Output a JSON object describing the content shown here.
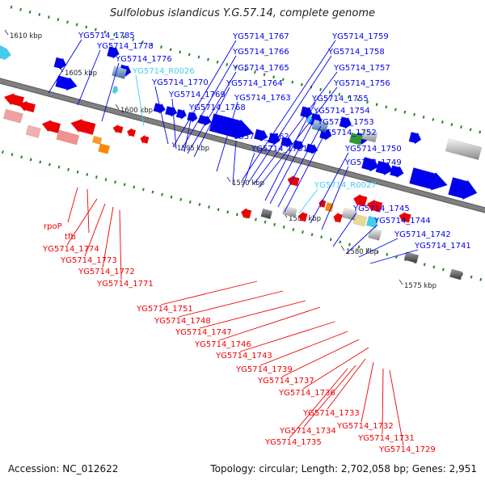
{
  "title": "Sulfolobus islandicus Y.G.57.14, complete genome",
  "footer": {
    "accession": "Accession: NC_012622",
    "topology": "Topology: circular; Length: 2,702,058 bp; Genes: 2,951"
  },
  "colors": {
    "forward_gene": "#0000ee",
    "reverse_gene": "#ee0000",
    "rna_gene": "#44ccee",
    "backbone": "#808080",
    "tick": "#228822"
  },
  "ruler_labels": [
    "1610 kbp",
    "1605 kbp",
    "1600 kbp",
    "1595 kbp",
    "1590 kbp",
    "1585 kbp",
    "1580 kbp",
    "1575 kbp"
  ],
  "top_labels": [
    {
      "text": "YG5714_1785",
      "kind": "forward"
    },
    {
      "text": "YG5714_1778",
      "kind": "forward"
    },
    {
      "text": "YG5714_1776",
      "kind": "forward"
    },
    {
      "text": "YG5714_R0026",
      "kind": "rna"
    },
    {
      "text": "YG5714_1770",
      "kind": "forward"
    },
    {
      "text": "YG5714_1769",
      "kind": "forward"
    },
    {
      "text": "YG5714_1768",
      "kind": "forward"
    },
    {
      "text": "YG5714_1767",
      "kind": "forward"
    },
    {
      "text": "YG5714_1766",
      "kind": "forward"
    },
    {
      "text": "YG5714_1765",
      "kind": "forward"
    },
    {
      "text": "YG5714_1764",
      "kind": "forward"
    },
    {
      "text": "YG5714_1763",
      "kind": "forward"
    },
    {
      "text": "YG5714_1762",
      "kind": "forward"
    },
    {
      "text": "YG5714_1761",
      "kind": "forward"
    },
    {
      "text": "YG5714_1759",
      "kind": "forward"
    },
    {
      "text": "YG5714_1758",
      "kind": "forward"
    },
    {
      "text": "YG5714_1757",
      "kind": "forward"
    },
    {
      "text": "YG5714_1756",
      "kind": "forward"
    },
    {
      "text": "YG5714_1755",
      "kind": "forward"
    },
    {
      "text": "YG5714_1754",
      "kind": "forward"
    },
    {
      "text": "YG5714_1753",
      "kind": "forward"
    },
    {
      "text": "YG5714_1752",
      "kind": "forward"
    },
    {
      "text": "YG5714_1750",
      "kind": "forward"
    },
    {
      "text": "YG5714_1749",
      "kind": "forward"
    },
    {
      "text": "YG5714_R0027",
      "kind": "rna"
    },
    {
      "text": "YG5714_1745",
      "kind": "forward"
    },
    {
      "text": "YG5714_1744",
      "kind": "forward"
    },
    {
      "text": "YG5714_1742",
      "kind": "forward"
    },
    {
      "text": "YG5714_1741",
      "kind": "forward"
    }
  ],
  "bottom_labels": [
    {
      "text": "rpoP",
      "kind": "reverse"
    },
    {
      "text": "tfb",
      "kind": "reverse"
    },
    {
      "text": "YG5714_1774",
      "kind": "reverse"
    },
    {
      "text": "YG5714_1773",
      "kind": "reverse"
    },
    {
      "text": "YG5714_1772",
      "kind": "reverse"
    },
    {
      "text": "YG5714_1771",
      "kind": "reverse"
    },
    {
      "text": "YG5714_1751",
      "kind": "reverse"
    },
    {
      "text": "YG5714_1748",
      "kind": "reverse"
    },
    {
      "text": "YG5714_1747",
      "kind": "reverse"
    },
    {
      "text": "YG5714_1746",
      "kind": "reverse"
    },
    {
      "text": "YG5714_1743",
      "kind": "reverse"
    },
    {
      "text": "YG5714_1739",
      "kind": "reverse"
    },
    {
      "text": "YG5714_1737",
      "kind": "reverse"
    },
    {
      "text": "YG5714_1736",
      "kind": "reverse"
    },
    {
      "text": "YG5714_1733",
      "kind": "reverse"
    },
    {
      "text": "YG5714_1732",
      "kind": "reverse"
    },
    {
      "text": "YG5714_1734",
      "kind": "reverse"
    },
    {
      "text": "YG5714_1731",
      "kind": "reverse"
    },
    {
      "text": "YG5714_1735",
      "kind": "reverse"
    },
    {
      "text": "YG5714_1729",
      "kind": "reverse"
    }
  ]
}
